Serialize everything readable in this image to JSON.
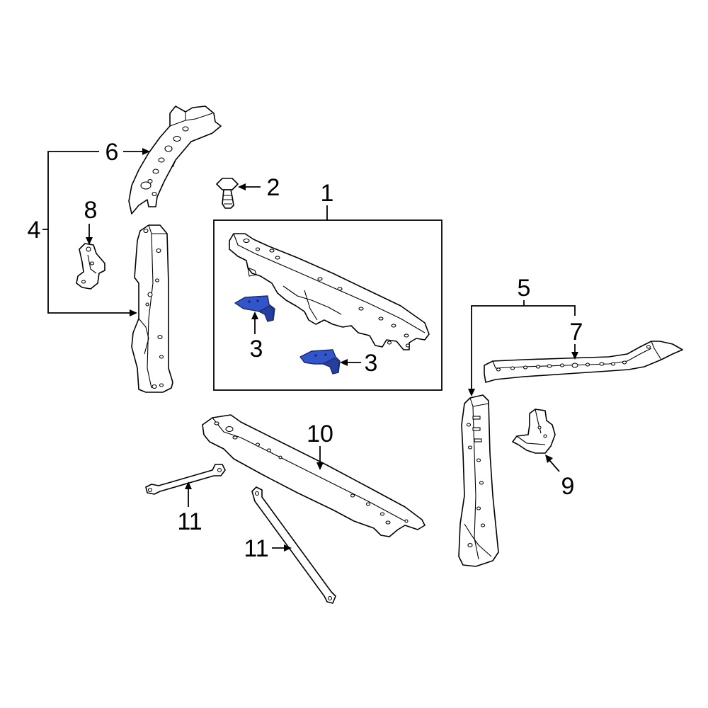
{
  "callouts": {
    "c1": "1",
    "c2": "2",
    "c3a": "3",
    "c3b": "3",
    "c4": "4",
    "c5": "5",
    "c6": "6",
    "c7": "7",
    "c8": "8",
    "c9": "9",
    "c10": "10",
    "c11a": "11",
    "c11b": "11"
  },
  "highlight_color": "#3355cc",
  "line_color": "#000000",
  "background": "#ffffff"
}
